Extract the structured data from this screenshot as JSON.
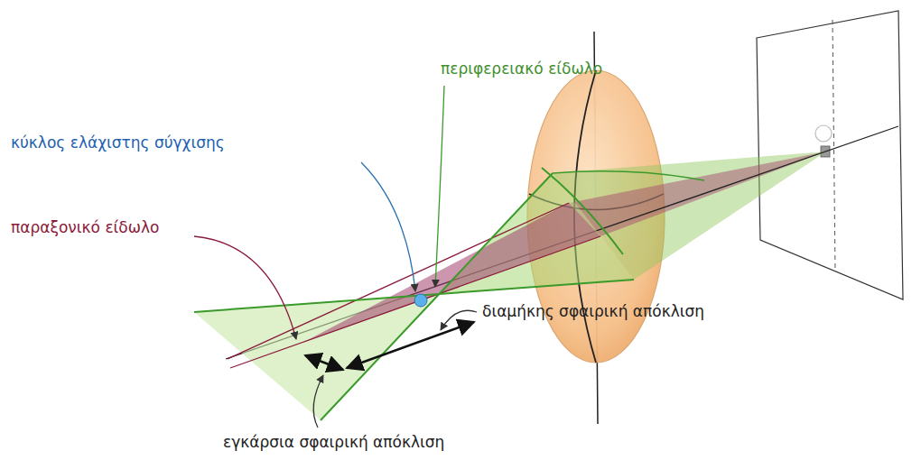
{
  "diagram": {
    "labels": [
      "περιφερειακό είδωλο",
      "κύκλος ελάχιστης σύγχισης",
      "παραξονικό είδωλο",
      "διαμήκης σφαιρική απόκλιση",
      "εγκάρσια σφαιρική απόκλιση"
    ]
  }
}
